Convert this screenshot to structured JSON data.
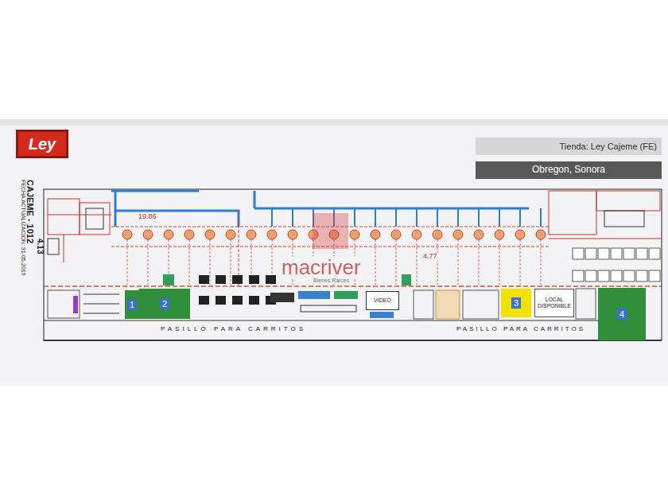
{
  "diagram": {
    "nodes": [
      {
        "text": [
          "Ley"
        ]
      },
      {
        "text": [
          "Tienda: Ley Cajeme (FE)"
        ]
      },
      {
        "text": [
          "Obregon, Sonora"
        ]
      },
      {
        "text": [
          "1"
        ]
      },
      {
        "text": [
          "2"
        ]
      },
      {
        "text": [
          "VIDEO"
        ]
      },
      {
        "text": [
          "3"
        ]
      },
      {
        "text": [
          "LOCAL DISPONIBLE"
        ]
      },
      {
        "text": [
          "4"
        ]
      }
    ],
    "labels": [
      "CAJEME - 1012",
      "FECHA ACTUALIZACION: 31-05-2019",
      "4.13",
      "19.86",
      "4.77",
      "PASILLO PARA CARRITOS",
      "PASILLO PARA CARRITOS",
      "macriver",
      "Bienes Raíces"
    ]
  }
}
